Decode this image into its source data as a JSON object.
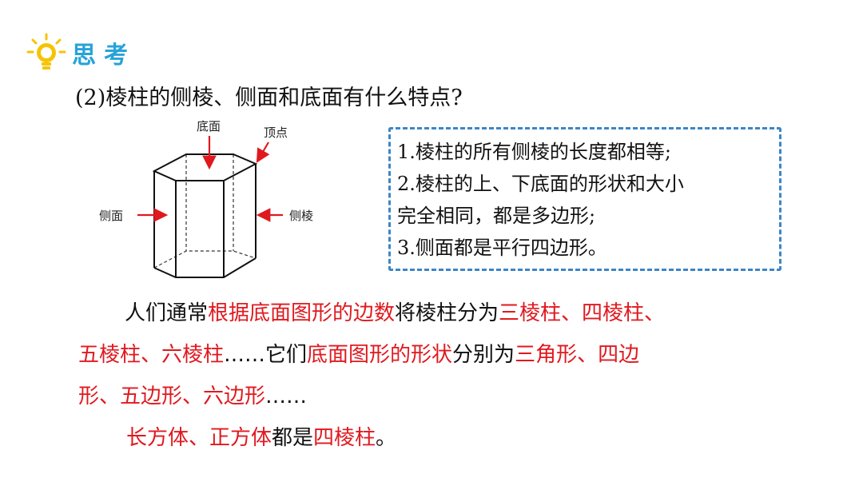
{
  "header": {
    "title": "思考"
  },
  "question": "(2)棱柱的侧棱、侧面和底面有什么特点?",
  "diagram": {
    "label_bottom_face": "底面",
    "label_vertex": "顶点",
    "label_side_face": "侧面",
    "label_side_edge": "侧棱"
  },
  "answer_box": {
    "lines": [
      "1.棱柱的所有侧棱的长度都相等;",
      "2.棱柱的上、下底面的形状和大小",
      "完全相同，都是多边形;",
      "3.侧面都是平行四边形。"
    ]
  },
  "paragraph": {
    "l1_a": "人们通常",
    "l1_b": "根据底面图形的边数",
    "l1_c": "将棱柱分为",
    "l1_d": "三棱柱、四棱柱、",
    "l2_a": "五棱柱、六棱柱",
    "l2_b": "……它们",
    "l2_c": "底面图形的形状",
    "l2_d": "分别为",
    "l2_e": "三角形、四边",
    "l3_a": "形、五边形、六边形",
    "l3_b": "……",
    "l4_a": "长方体、正方体",
    "l4_b": "都是",
    "l4_c": "四棱柱",
    "l4_d": "。"
  },
  "colors": {
    "accent_blue": "#27a3d8",
    "highlight_red": "#e0191f",
    "box_border": "#3d86c6",
    "bulb_yellow": "#f5c400"
  }
}
